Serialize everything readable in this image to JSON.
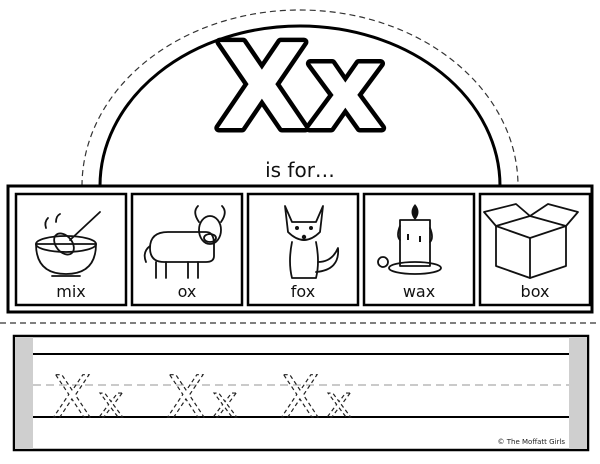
{
  "heading": {
    "letter": "Xx",
    "phrase": "is for…"
  },
  "cards": [
    {
      "word": "mix",
      "icon": "mixing-bowl-icon"
    },
    {
      "word": "ox",
      "icon": "ox-icon"
    },
    {
      "word": "fox",
      "icon": "fox-icon"
    },
    {
      "word": "wax",
      "icon": "candle-wax-icon"
    },
    {
      "word": "box",
      "icon": "cardboard-box-icon"
    }
  ],
  "tracing": {
    "upper": "X",
    "lower": "x",
    "pairs": 3
  },
  "credit": "© The Moffatt Girls"
}
